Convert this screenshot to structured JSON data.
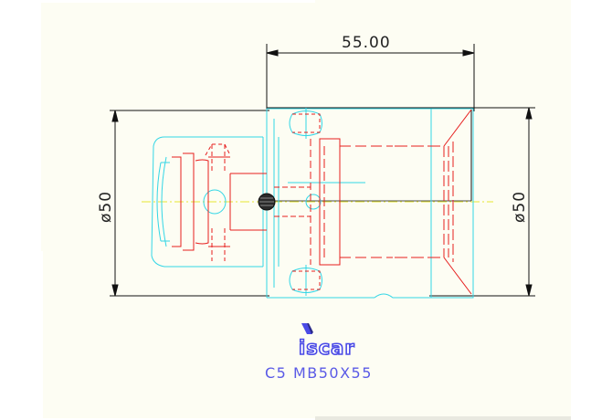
{
  "drawing": {
    "dimension_length": "55.00",
    "dimension_diameter_left": "ø50",
    "dimension_diameter_right": "ø50",
    "logo_text": "iscar",
    "product_code": "C5 MB50X55"
  },
  "colors": {
    "dimension_lines": "#111111",
    "body_outline": "#33d6e6",
    "hidden_lines": "#e61e1e",
    "centerline": "#e6e633",
    "logo": "#4a4ae6"
  }
}
